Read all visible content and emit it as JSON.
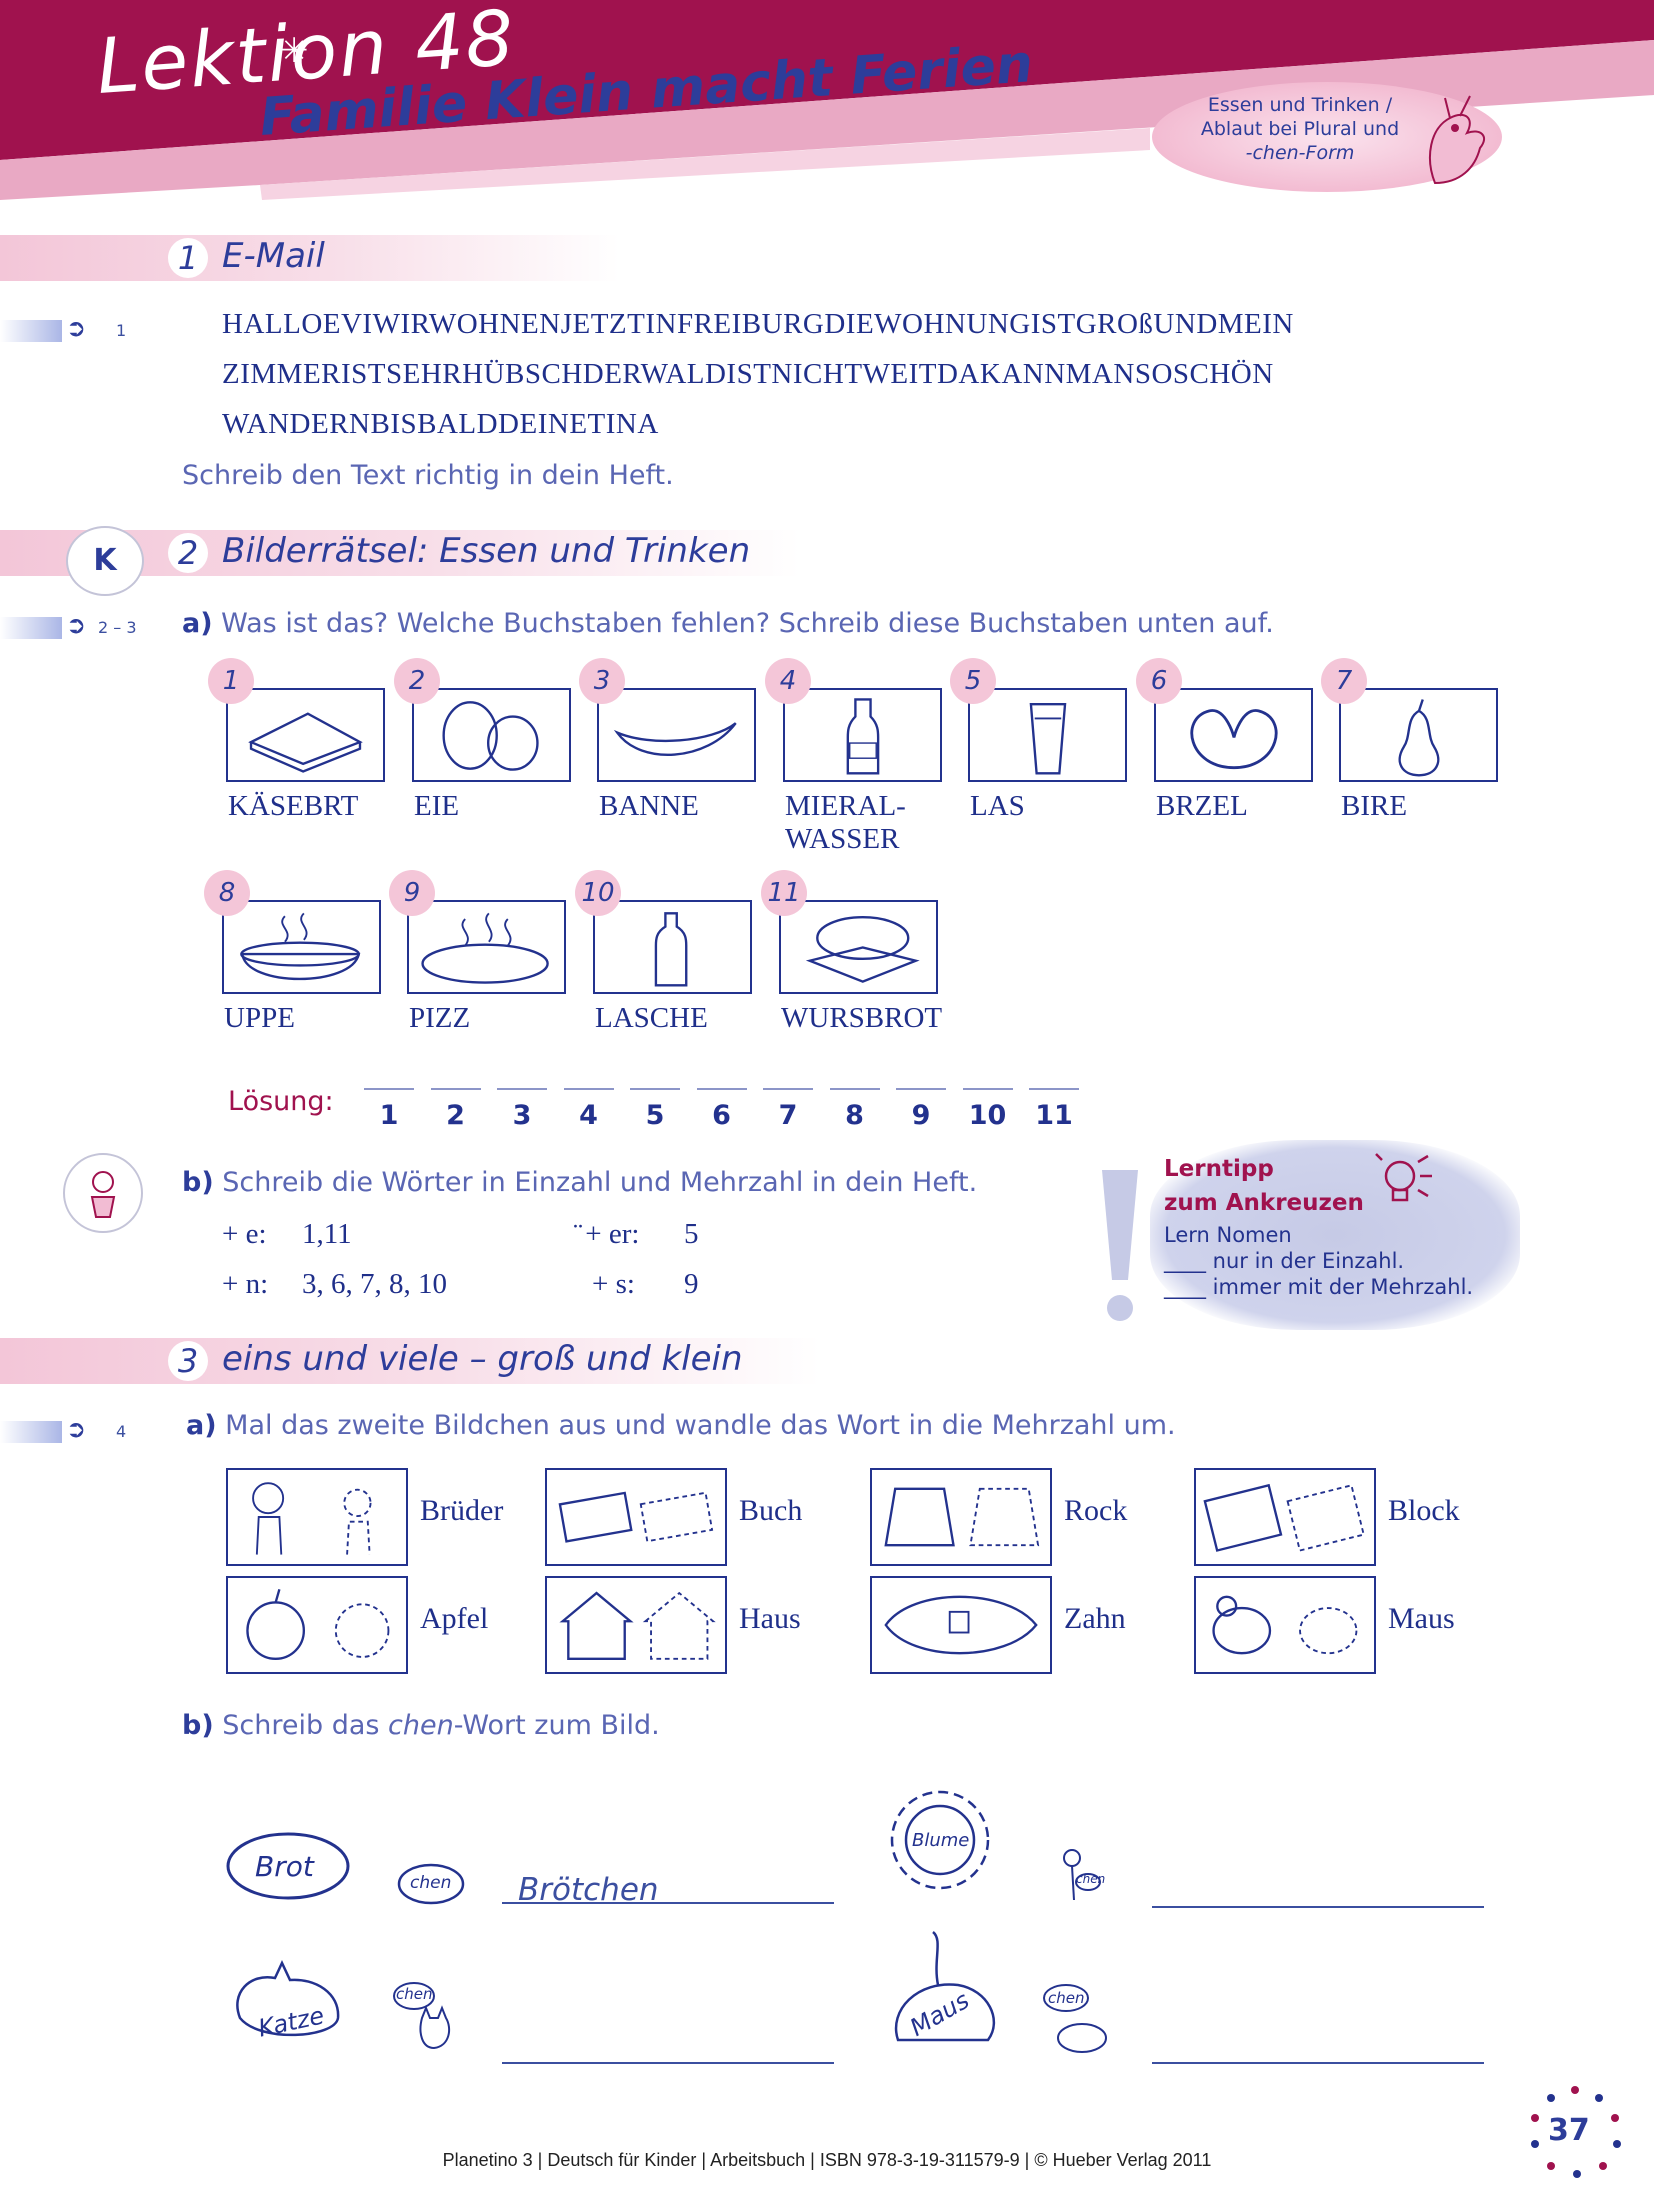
{
  "header": {
    "lesson": "Lektion 48",
    "title": "Familie Klein macht Ferien",
    "topic_lines": [
      "Essen und Trinken /",
      "Ablaut bei Plural und",
      "-chen-Form"
    ]
  },
  "ex1": {
    "number": "1",
    "title": "E-Mail",
    "track": "1",
    "lines": [
      "HALLOEVIWIRWOHNENJETZTINFREIBURGDIEWOHNUNGISTGROßUNDMEIN",
      "ZIMMERISTSEHRHÜBSCHDERWALDISTNICHTWEITDAKANNMANSOSCHÖN",
      "WANDERNBISBALDDEINETINA"
    ],
    "instruction": "Schreib den Text richtig in dein Heft."
  },
  "ex2": {
    "badge": "K",
    "number": "2",
    "title": "Bilderrätsel: Essen und Trinken",
    "track": "2 – 3",
    "a_label": "a)",
    "a_text": "Was ist das? Welche Buchstaben fehlen? Schreib diese Buchstaben unten auf.",
    "pictures": [
      {
        "n": "1",
        "label": "KÄSEBRT",
        "icon": "cheese-sandwich-icon"
      },
      {
        "n": "2",
        "label": "EIE",
        "icon": "eggs-icon"
      },
      {
        "n": "3",
        "label": "BANNE",
        "icon": "banana-icon"
      },
      {
        "n": "4",
        "label": "MIERAL-\nWASSER",
        "icon": "water-bottle-icon"
      },
      {
        "n": "5",
        "label": "LAS",
        "icon": "glass-icon"
      },
      {
        "n": "6",
        "label": "BRZEL",
        "icon": "pretzel-icon"
      },
      {
        "n": "7",
        "label": "BIRE",
        "icon": "pear-icon"
      },
      {
        "n": "8",
        "label": "UPPE",
        "icon": "soup-icon"
      },
      {
        "n": "9",
        "label": "PIZZ",
        "icon": "pizza-icon"
      },
      {
        "n": "10",
        "label": "LASCHE",
        "icon": "bottle-icon"
      },
      {
        "n": "11",
        "label": "WURSBROT",
        "icon": "sausage-sandwich-icon"
      }
    ],
    "solution_label": "Lösung:",
    "solution_numbers": [
      "1",
      "2",
      "3",
      "4",
      "5",
      "6",
      "7",
      "8",
      "9",
      "10",
      "11"
    ],
    "b_label": "b)",
    "b_text": "Schreib die Wörter in Einzahl und Mehrzahl in dein Heft.",
    "plural_rules": [
      {
        "rule": "+ e:",
        "items": "1,11"
      },
      {
        "rule": "+ n:",
        "items": "3, 6, 7, 8, 10"
      },
      {
        "rule": "̈ + er:",
        "items": "5"
      },
      {
        "rule": "+ s:",
        "items": "9"
      }
    ]
  },
  "lerntipp": {
    "title_line1": "Lerntipp",
    "title_line2": "zum Ankreuzen",
    "line1": "Lern Nomen",
    "line2": "____ nur in der Einzahl.",
    "line3": "____ immer mit der Mehrzahl."
  },
  "ex3": {
    "number": "3",
    "title": "eins und viele – groß und klein",
    "track": "4",
    "a_label": "a)",
    "a_text": "Mal das zweite Bildchen aus und wandle das Wort in die Mehrzahl um.",
    "words": [
      "Brüder",
      "Buch",
      "Rock",
      "Block",
      "Apfel",
      "Haus",
      "Zahn",
      "Maus"
    ],
    "b_label": "b)",
    "b_text_pre": "Schreib das ",
    "b_text_em": "chen",
    "b_text_post": "-Wort zum Bild.",
    "chen_items": [
      {
        "word": "Brot",
        "suffix": "chen",
        "answer": "Brötchen"
      },
      {
        "word": "Blume",
        "suffix": "chen",
        "answer": ""
      },
      {
        "word": "Katze",
        "suffix": "chen",
        "answer": ""
      },
      {
        "word": "Maus",
        "suffix": "chen",
        "answer": ""
      }
    ]
  },
  "footer": {
    "text": "Planetino 3 | Deutsch für Kinder | Arbeitsbuch | ISBN 978-3-19-311579-9 | © Hueber Verlag 2011",
    "page": "37"
  },
  "colors": {
    "magenta": "#a0124e",
    "pink": "#f3c6d8",
    "navy": "#23328e",
    "text_blue": "#5a66b3"
  }
}
